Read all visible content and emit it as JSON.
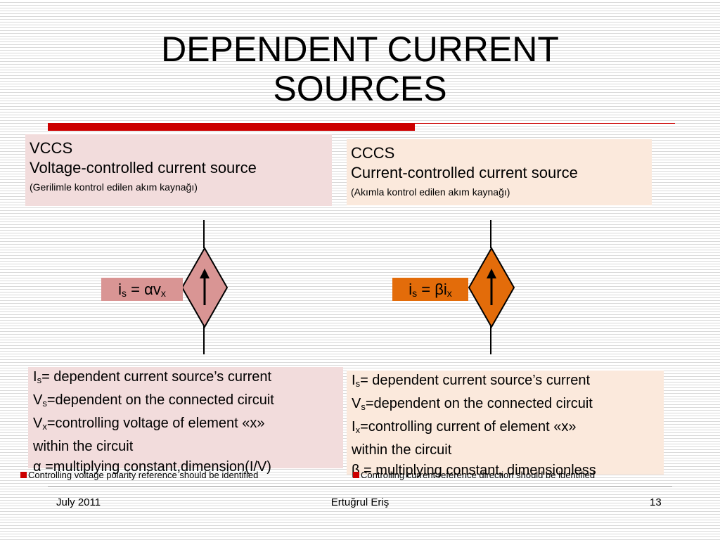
{
  "title": {
    "line1": "DEPENDENT CURRENT",
    "line2": "SOURCES"
  },
  "vccs": {
    "abbr": "VCCS",
    "name": "Voltage-controlled current source",
    "translation": "(Gerilimle kontrol edilen akım kaynağı)",
    "eq_main": "i",
    "eq_sub": "s",
    "eq_mid": " = αv",
    "eq_sub2": "x",
    "lines": [
      {
        "sym": "I",
        "sub": "s",
        "text": "= dependent current source’s current"
      },
      {
        "sym": "V",
        "sub": "s",
        "text": "=dependent on the connected circuit"
      },
      {
        "sym": "V",
        "sub": "x",
        "text": "=controlling  voltage of element «x»"
      },
      {
        "sym": "",
        "sub": "",
        "text": "within the circuit"
      },
      {
        "sym": "",
        "sub": "",
        "text": "α =multiplying constant,dimension(I/V)"
      }
    ],
    "note": "Controlling voltage polarity reference should be identified",
    "color": "#d99594"
  },
  "cccs": {
    "abbr": "CCCS",
    "name": "Current-controlled current source",
    "translation": "(Akımla kontrol edilen akım kaynağı)",
    "eq_main": "i",
    "eq_sub": "s",
    "eq_mid": " = βi",
    "eq_sub2": "x",
    "lines": [
      {
        "sym": "I",
        "sub": "s",
        "text": "= dependent current source’s current"
      },
      {
        "sym": "V",
        "sub": "s",
        "text": "=dependent on the connected circuit"
      },
      {
        "sym": "I",
        "sub": "x",
        "text": "=controlling current of element «x»"
      },
      {
        "sym": "",
        "sub": "",
        "text": "within the circuit"
      },
      {
        "sym": "",
        "sub": "",
        "text": "β = multiplying constant, dimensionless"
      }
    ],
    "note": "Controlling current reference direction should be identified",
    "color": "#e36c0a"
  },
  "footer": {
    "date": "July 2011",
    "author": "Ertuğrul Eriş",
    "page": "13"
  }
}
